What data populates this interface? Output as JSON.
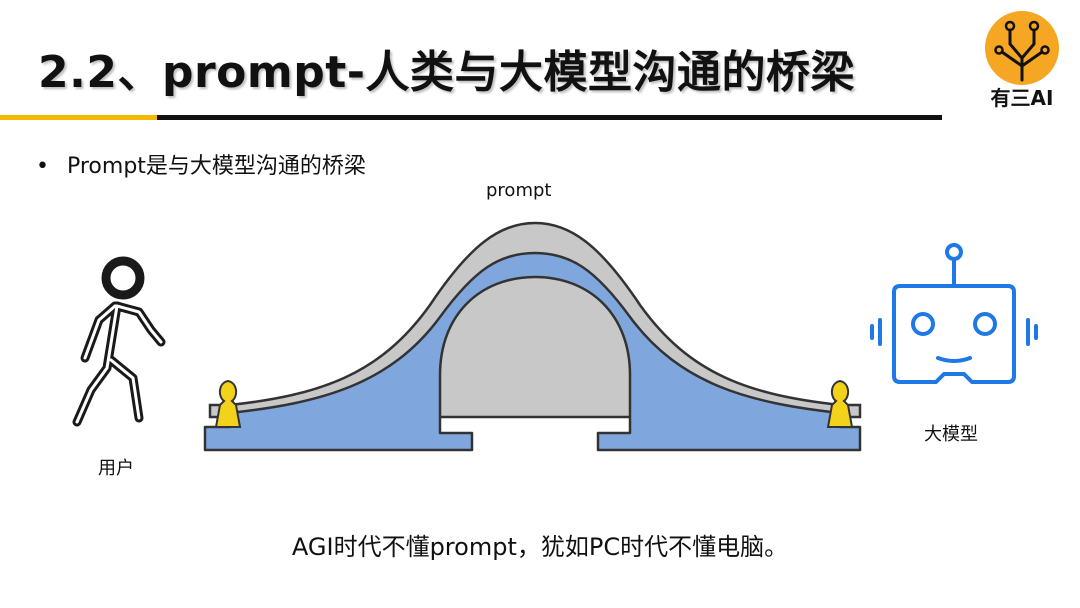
{
  "slide": {
    "title": "2.2、prompt-人类与大模型沟通的桥梁",
    "logo_text": "有三AI",
    "bullet": "Prompt是与大模型沟通的桥梁",
    "bullet_symbol": "•",
    "caption": "AGI时代不懂prompt，犹如PC时代不懂电脑。"
  },
  "diagram": {
    "bridge_label": "prompt",
    "user_label": "用户",
    "model_label": "大模型"
  },
  "colors": {
    "accent_yellow": "#f5b800",
    "rule_black": "#111111",
    "bridge_blue": "#7fa7dd",
    "bridge_gray": "#c8c8c8",
    "robot_blue": "#1e78e6",
    "post_yellow": "#f2d21a",
    "logo_orange": "#f5a623"
  },
  "icons": [
    "logo-icon",
    "walking-person-icon",
    "bridge-illustration",
    "robot-icon"
  ]
}
